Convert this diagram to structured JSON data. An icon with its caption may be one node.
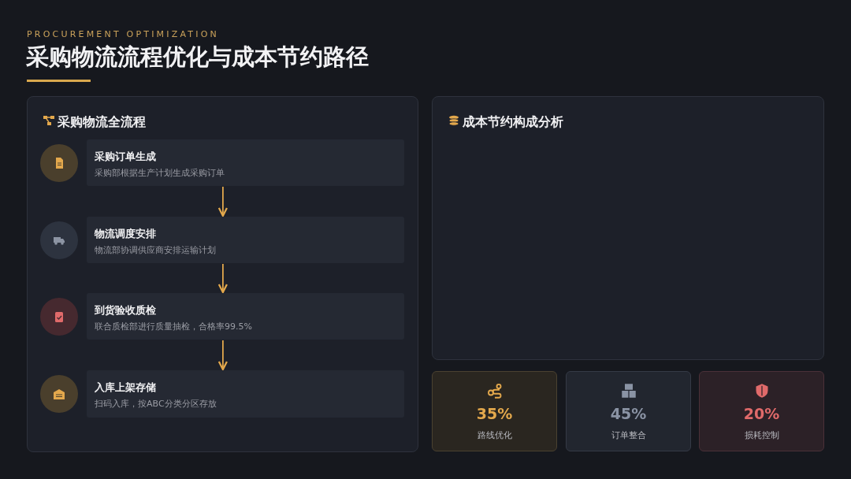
{
  "diagram": {
    "title": "采购物流流程优化与成本节约路径",
    "nodes": [
      {
        "text": [
          "采购物流全流程"
        ]
      },
      {
        "text": [
          "采购订单生成",
          "采购部根据生产计划生成采购订单"
        ],
        "in": 0
      },
      {
        "text": [
          "物流调度安排",
          "物流部协调供应商安排运输计划"
        ],
        "in": 0
      },
      {
        "text": [
          "到货验收质检",
          "联合质检部进行质量抽检，合格率99.5%"
        ],
        "in": 0
      },
      {
        "text": [
          "入库上架存储",
          "扫码入库，按ABC分类分区存放"
        ],
        "in": 0
      },
      {
        "text": [
          "成本节约构成分析"
        ]
      },
      {
        "text": [
          "35%",
          "路线优化"
        ]
      },
      {
        "text": [
          "45%",
          "订单整合"
        ]
      },
      {
        "text": [
          "20%",
          "损耗控制"
        ]
      }
    ],
    "edges": [
      {
        "from": 1,
        "to": 2,
        "arrow": "to"
      },
      {
        "from": 2,
        "to": 3,
        "arrow": "to"
      },
      {
        "from": 3,
        "to": 4,
        "arrow": "to"
      }
    ],
    "labels": [
      "PROCUREMENT OPTIMIZATION"
    ]
  }
}
